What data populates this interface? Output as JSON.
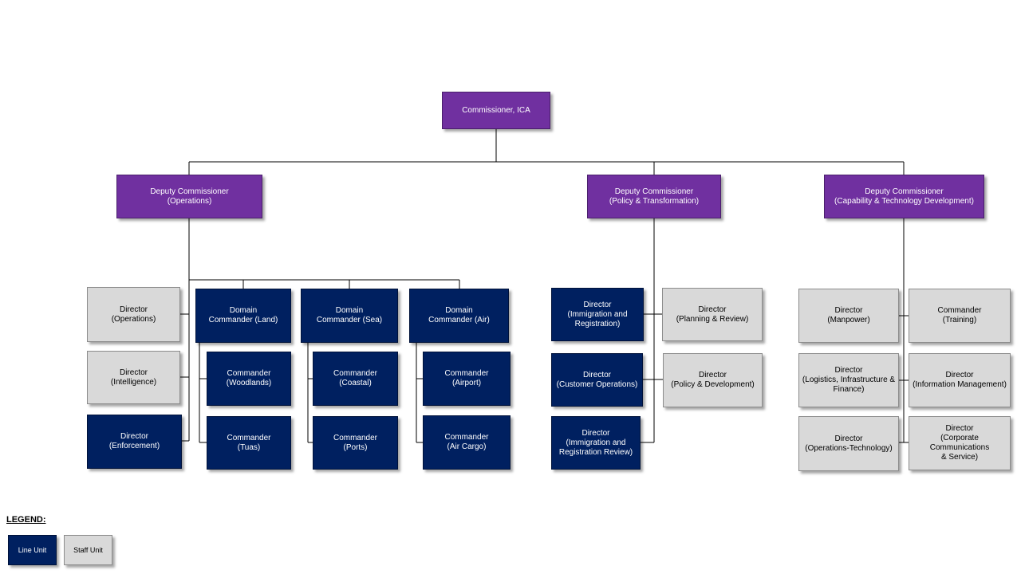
{
  "chart": {
    "top": "Commissioner, ICA",
    "dc_ops": "Deputy Commissioner\n(Operations)",
    "dc_policy": "Deputy Commissioner\n(Policy & Transformation)",
    "dc_cap": "Deputy Commissioner\n(Capability & Technology Development)",
    "dir_operations": "Director\n(Operations)",
    "dir_intelligence": "Director\n(Intelligence)",
    "dir_enforcement": "Director\n(Enforcement)",
    "dom_land": "Domain\nCommander (Land)",
    "dom_sea": "Domain\nCommander (Sea)",
    "dom_air": "Domain\nCommander (Air)",
    "cmd_woodlands": "Commander\n(Woodlands)",
    "cmd_tuas": "Commander\n(Tuas)",
    "cmd_coastal": "Commander\n(Coastal)",
    "cmd_ports": "Commander\n(Ports)",
    "cmd_airport": "Commander\n(Airport)",
    "cmd_aircargo": "Commander\n(Air Cargo)",
    "dir_imm_reg": "Director\n(Immigration and\nRegistration)",
    "dir_cust_ops": "Director\n(Customer Operations)",
    "dir_imm_reg_review": "Director\n(Immigration and\nRegistration Review)",
    "dir_planning": "Director\n(Planning & Review)",
    "dir_policy_dev": "Director\n(Policy & Development)",
    "dir_manpower": "Director\n(Manpower)",
    "dir_logistics": "Director\n(Logistics, Infrastructure &\nFinance)",
    "dir_ops_tech": "Director\n(Operations-Technology)",
    "cmd_training": "Commander\n(Training)",
    "dir_info_mgmt": "Director\n(Information Management)",
    "dir_corp_comms": "Director\n(Corporate Communications\n& Service)"
  },
  "legend": {
    "title": "LEGEND:",
    "line_unit": "Line Unit",
    "staff_unit": "Staff Unit"
  },
  "colors": {
    "executive": "#7030a0",
    "line_unit": "#002060",
    "staff_unit": "#d9d9d9"
  }
}
